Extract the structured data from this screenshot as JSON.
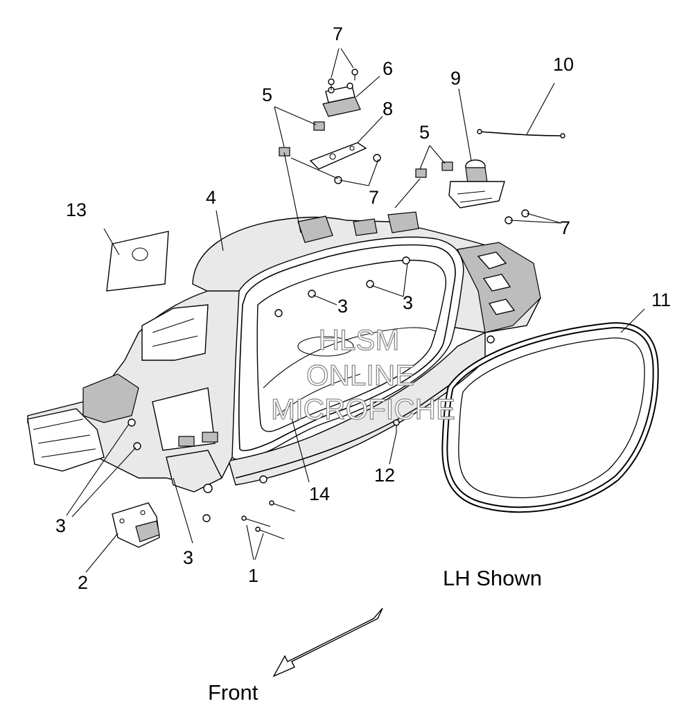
{
  "callouts": {
    "c1": "1",
    "c2": "2",
    "c3a": "3",
    "c3b": "3",
    "c3c": "3",
    "c3d": "3",
    "c4": "4",
    "c5a": "5",
    "c5b": "5",
    "c6": "6",
    "c7a": "7",
    "c7b": "7",
    "c7c": "7",
    "c8": "8",
    "c9": "9",
    "c10": "10",
    "c11": "11",
    "c12": "12",
    "c13": "13",
    "c14": "14"
  },
  "captions": {
    "view_note": "LH Shown",
    "direction": "Front"
  },
  "watermark": {
    "line1": "HLSM",
    "line2": "ONLINE",
    "line3": "MICROFICHE"
  }
}
